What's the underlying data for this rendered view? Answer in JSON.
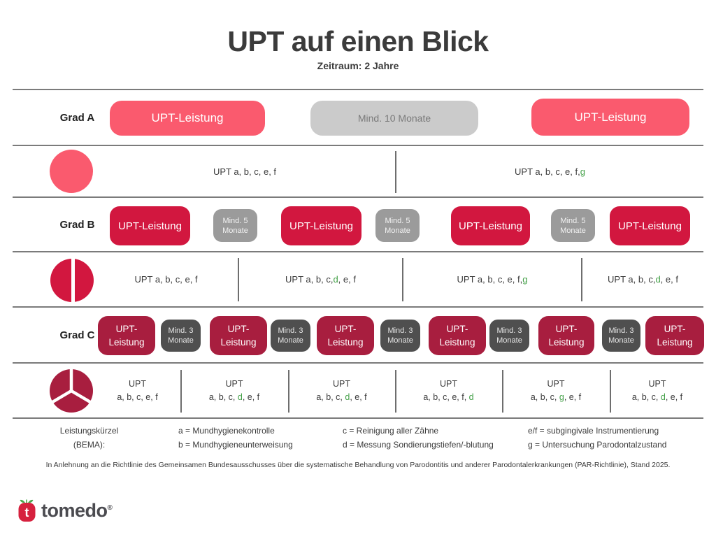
{
  "header": {
    "title": "UPT auf einen Blick",
    "subtitle": "Zeitraum: 2 Jahre"
  },
  "colors": {
    "grade_a": "#FA5A6E",
    "grade_b": "#D2173F",
    "grade_c": "#A81E3F",
    "interval_a_bg": "#CBCBCB",
    "interval_b_bg": "#9B9B9B",
    "interval_c_bg": "#4F4F4F",
    "green": "#43A047"
  },
  "grade_a": {
    "label": "Grad A",
    "buttons": [
      "UPT-Leistung",
      "UPT-Leistung"
    ],
    "interval": "Mind. 10 Monate",
    "cells": [
      {
        "parts": [
          {
            "t": "UPT a, b, c, e, f"
          }
        ]
      },
      {
        "parts": [
          {
            "t": "UPT a, b, c, e, f, "
          },
          {
            "t": "g",
            "green": true
          }
        ]
      }
    ]
  },
  "grade_b": {
    "label": "Grad B",
    "buttons": [
      "UPT-Leistung",
      "UPT-Leistung",
      "UPT-Leistung",
      "UPT-Leistung"
    ],
    "intervals": [
      [
        "Mind. 5",
        "Monate"
      ],
      [
        "Mind. 5",
        "Monate"
      ],
      [
        "Mind. 5",
        "Monate"
      ]
    ],
    "cells": [
      {
        "parts": [
          {
            "t": "UPT a, b, c, e, f"
          }
        ]
      },
      {
        "parts": [
          {
            "t": "UPT a, b, c, "
          },
          {
            "t": "d",
            "green": true
          },
          {
            "t": ", e, f"
          }
        ]
      },
      {
        "parts": [
          {
            "t": "UPT a, b, c, e, f, "
          },
          {
            "t": "g",
            "green": true
          }
        ]
      },
      {
        "parts": [
          {
            "t": "UPT a, b, c, "
          },
          {
            "t": "d",
            "green": true
          },
          {
            "t": ", e, f"
          }
        ]
      }
    ]
  },
  "grade_c": {
    "label": "Grad C",
    "buttons": [
      [
        "UPT-",
        "Leistung"
      ],
      [
        "UPT-",
        "Leistung"
      ],
      [
        "UPT-",
        "Leistung"
      ],
      [
        "UPT-",
        "Leistung"
      ],
      [
        "UPT-",
        "Leistung"
      ],
      [
        "UPT-",
        "Leistung"
      ]
    ],
    "intervals": [
      [
        "Mind. 3",
        "Monate"
      ],
      [
        "Mind. 3",
        "Monate"
      ],
      [
        "Mind. 3",
        "Monate"
      ],
      [
        "Mind. 3",
        "Monate"
      ],
      [
        "Mind. 3",
        "Monate"
      ]
    ],
    "cells": [
      {
        "line1": "UPT",
        "parts": [
          {
            "t": "a, b, c, e, f"
          }
        ]
      },
      {
        "line1": "UPT",
        "parts": [
          {
            "t": "a, b, c, "
          },
          {
            "t": "d",
            "green": true
          },
          {
            "t": ", e, f"
          }
        ]
      },
      {
        "line1": "UPT",
        "parts": [
          {
            "t": "a, b, c, "
          },
          {
            "t": "d",
            "green": true
          },
          {
            "t": ", e, f"
          }
        ]
      },
      {
        "line1": "UPT",
        "parts": [
          {
            "t": "a, b, c, e, f, "
          },
          {
            "t": "d",
            "green": true
          }
        ]
      },
      {
        "line1": "UPT",
        "parts": [
          {
            "t": "a, b, c, "
          },
          {
            "t": "g",
            "green": true
          },
          {
            "t": ", e, f"
          }
        ]
      },
      {
        "line1": "UPT",
        "parts": [
          {
            "t": "a, b, c, "
          },
          {
            "t": "d",
            "green": true
          },
          {
            "t": ", e, f"
          }
        ]
      }
    ]
  },
  "legend": {
    "col1": [
      "Leistungskürzel",
      "(BEMA):"
    ],
    "col2": [
      "a = Mundhygienekontrolle",
      "b = Mundhygieneunterweisung"
    ],
    "col3": [
      "c = Reinigung aller Zähne",
      "d = Messung Sondierungstiefen/-blutung"
    ],
    "col4": [
      "e/f = subgingivale Instrumentierung",
      "g = Untersuchung Parodontalzustand"
    ]
  },
  "footnote": "In Anlehnung an die Richtlinie des Gemeinsamen Bundesausschusses über die systematische Behandlung von Parodontitis und anderer Parodontalerkrankungen (PAR-Richtlinie), Stand 2025.",
  "logo": {
    "name": "tomedo",
    "registered": "®",
    "icon_letter": "t"
  }
}
